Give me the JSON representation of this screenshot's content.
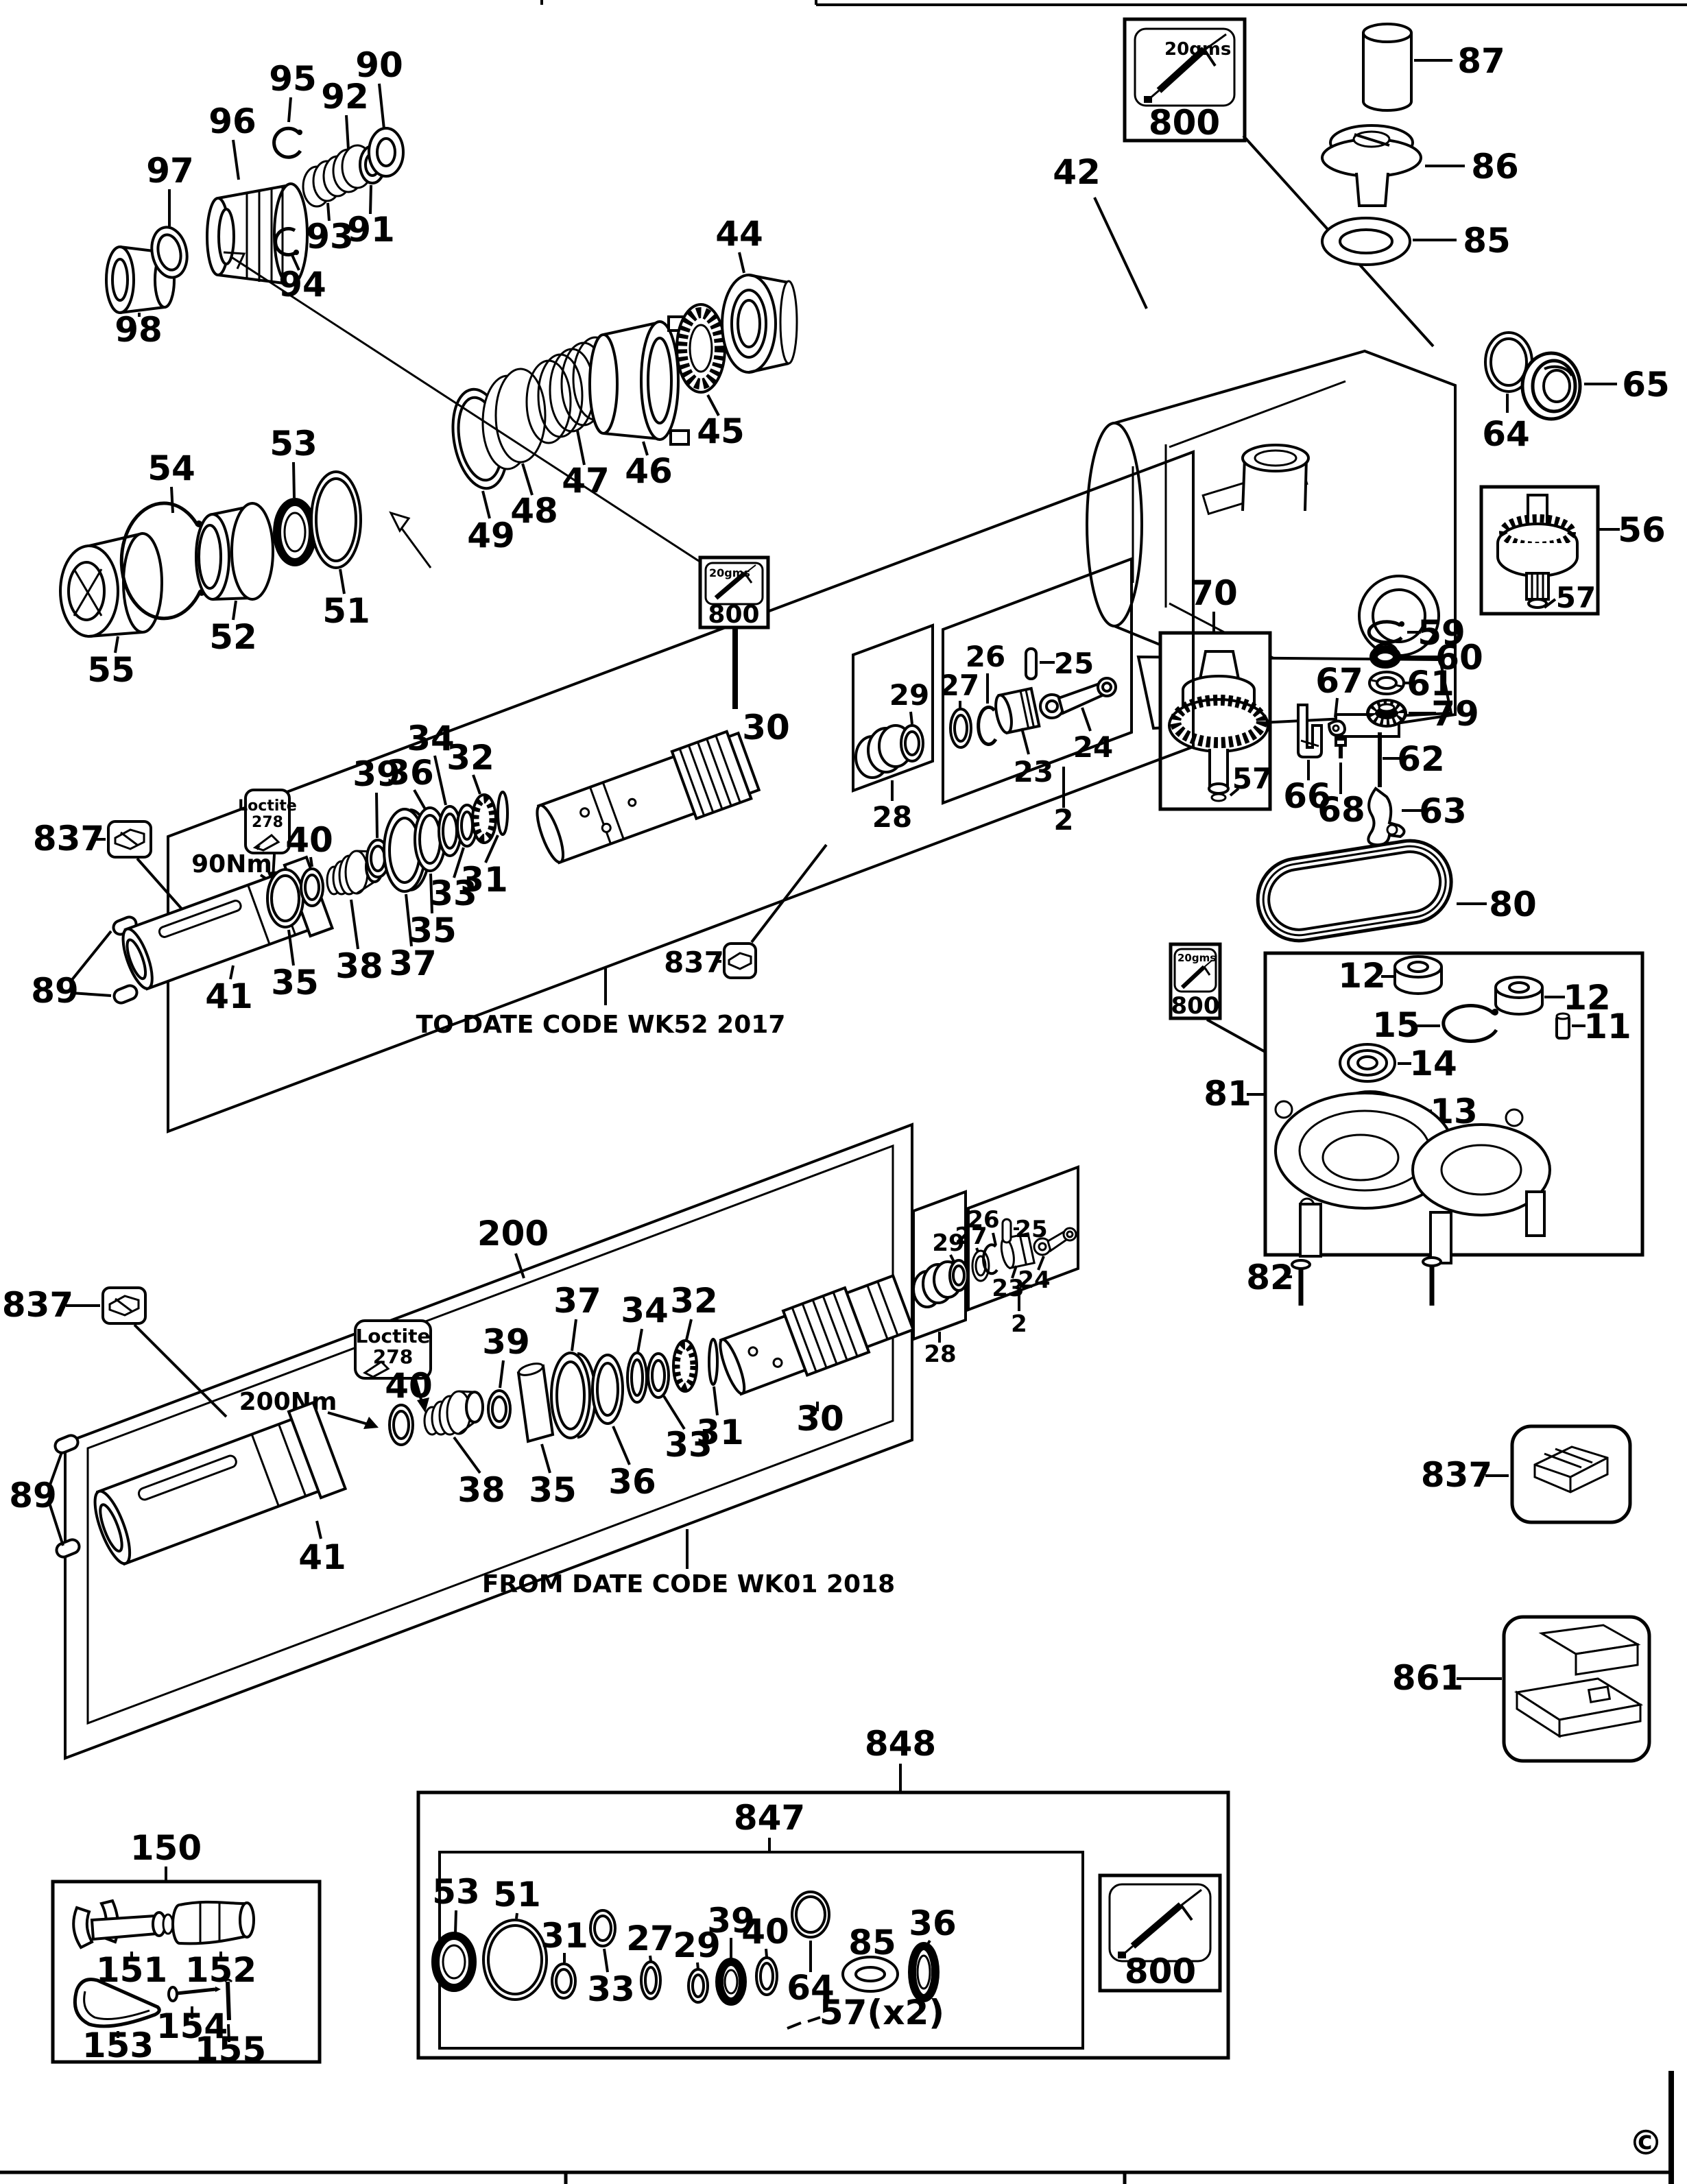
{
  "parts": {
    "n2": "2",
    "n11": "11",
    "n12": "12",
    "n13": "13",
    "n14": "14",
    "n15": "15",
    "n23": "23",
    "n24": "24",
    "n25": "25",
    "n26": "26",
    "n27": "27",
    "n28": "28",
    "n29": "29",
    "n30": "30",
    "n31": "31",
    "n32": "32",
    "n33": "33",
    "n34": "34",
    "n35": "35",
    "n36": "36",
    "n37": "37",
    "n38": "38",
    "n39": "39",
    "n40": "40",
    "n41": "41",
    "n42": "42",
    "n44": "44",
    "n45": "45",
    "n46": "46",
    "n47": "47",
    "n48": "48",
    "n49": "49",
    "n51": "51",
    "n52": "52",
    "n53": "53",
    "n54": "54",
    "n55": "55",
    "n56": "56",
    "n57": "57",
    "n59": "59",
    "n60": "60",
    "n61": "61",
    "n62": "62",
    "n63": "63",
    "n64": "64",
    "n65": "65",
    "n66": "66",
    "n67": "67",
    "n68": "68",
    "n70": "70",
    "n79": "79",
    "n80": "80",
    "n81": "81",
    "n82": "82",
    "n85": "85",
    "n86": "86",
    "n87": "87",
    "n89": "89",
    "n90": "90",
    "n91": "91",
    "n92": "92",
    "n93": "93",
    "n94": "94",
    "n95": "95",
    "n96": "96",
    "n97": "97",
    "n98": "98",
    "n150": "150",
    "n151": "151",
    "n152": "152",
    "n153": "153",
    "n154": "154",
    "n155": "155",
    "n200": "200",
    "n800": "800",
    "n837": "837",
    "n847": "847",
    "n848": "848",
    "n861": "861",
    "n57x2": "57(x2)"
  },
  "annotations": {
    "grease_qty": "20gms",
    "loctite_brand": "Loctite",
    "loctite_grade": "278",
    "torque_low": "90Nm",
    "torque_high": "200Nm",
    "date_code_to": "TO DATE CODE WK52 2017",
    "date_code_from": "FROM DATE CODE WK01 2018",
    "copyright": "©"
  }
}
